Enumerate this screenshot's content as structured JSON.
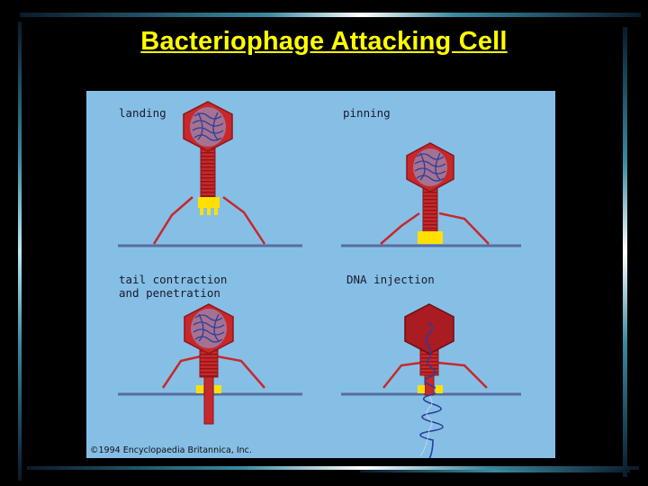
{
  "slide": {
    "title": "Bacteriophage Attacking Cell"
  },
  "figure": {
    "panels": [
      {
        "label": "landing"
      },
      {
        "label": "pinning"
      },
      {
        "label_line1": "tail contraction",
        "label_line2": "and penetration"
      },
      {
        "label": "DNA injection"
      }
    ],
    "copyright": "©1994 Encyclopaedia Britannica, Inc."
  },
  "colors": {
    "title": "#ffff00",
    "background": "#86bfe6",
    "phage_body": "#c8282a",
    "dna": "#2a3d9c",
    "baseplate": "#ffe000",
    "membrane": "#5a6c9e"
  }
}
